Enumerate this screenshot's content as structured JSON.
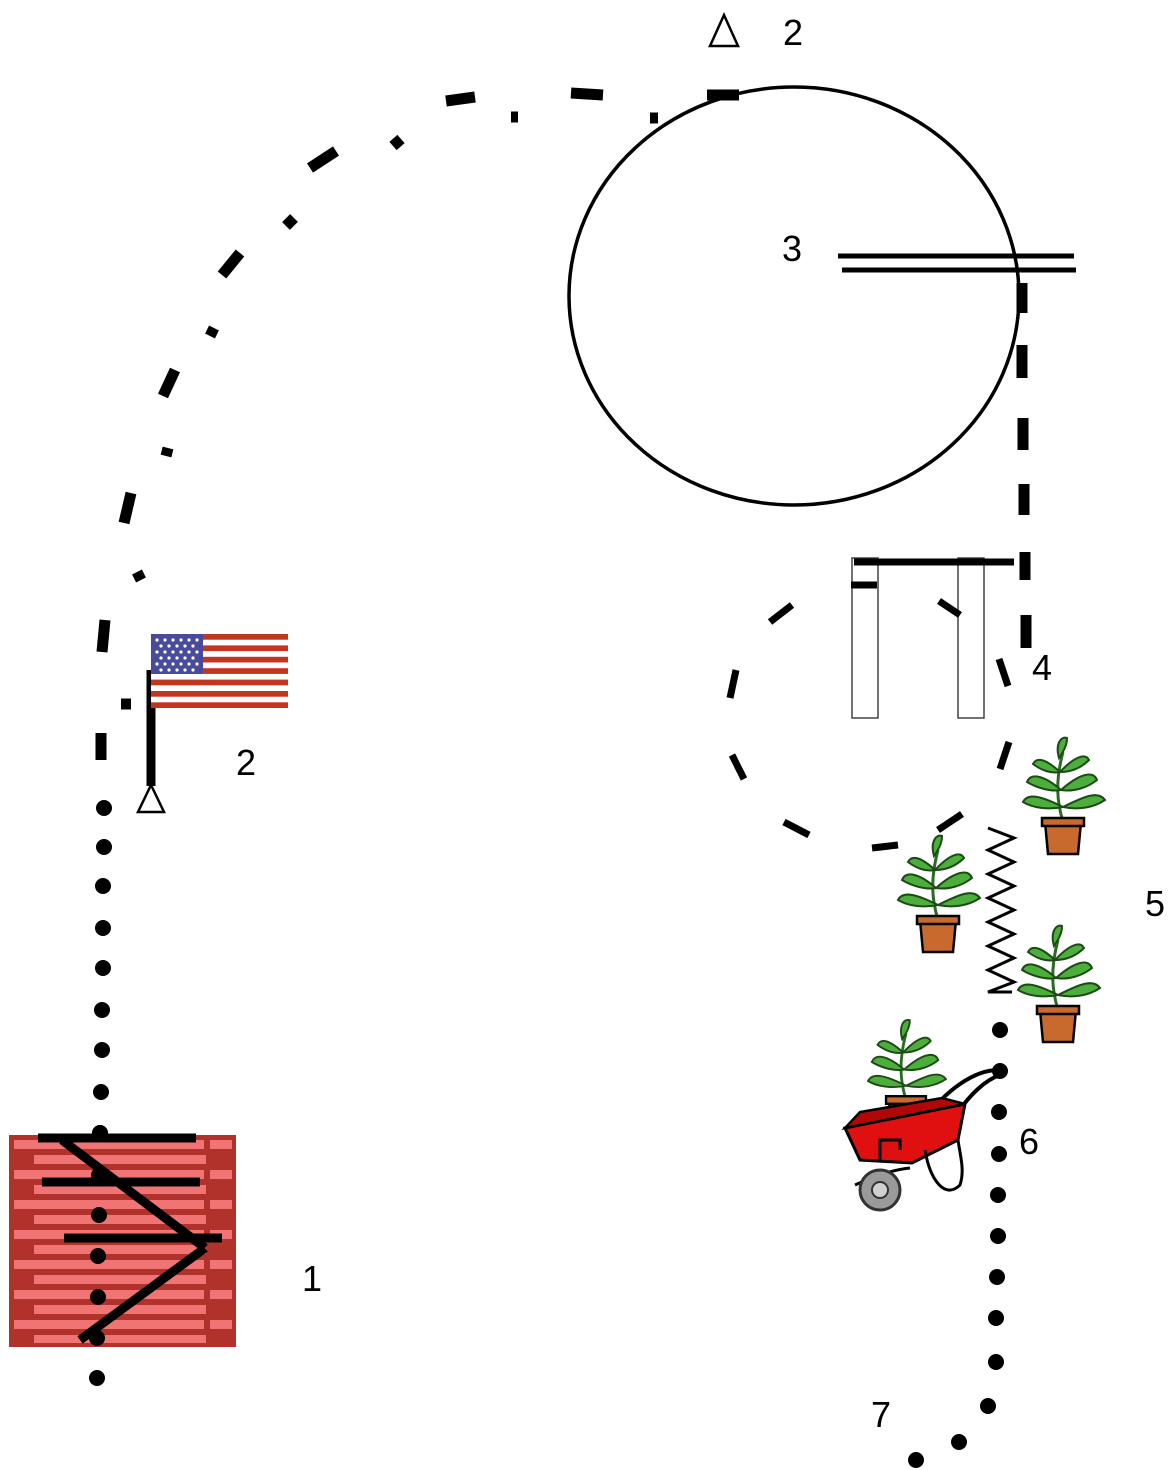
{
  "station_labels": {
    "station_1": "1",
    "station_2_top": "2",
    "station_2_flag": "2",
    "station_3": "3",
    "station_4": "4",
    "station_5": "5",
    "station_6": "6",
    "station_7": "7"
  },
  "colors": {
    "path": "#000000",
    "wall_brick": "#b0322a",
    "wall_brick_light": "#f07474",
    "flag_red": "#c1361f",
    "flag_blue": "#4a4a9c",
    "plant_leaf": "#4caf3c",
    "pot": "#c8692e",
    "wheelbarrow": "#e01010",
    "wheel": "#9a9a9a"
  },
  "icons": {
    "wall": "brick-wall-jump-icon",
    "flag": "american-flag-icon",
    "cone_top": "cone-marker-icon",
    "cone_flag": "cone-marker-icon",
    "tunnel": "pipe-tunnel-icon",
    "plants": "potted-plant-icon",
    "weaves": "zigzag-weave-icon",
    "wheelbarrow": "wheelbarrow-icon"
  }
}
